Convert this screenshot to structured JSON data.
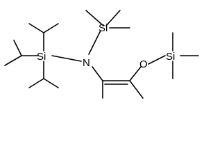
{
  "figure": {
    "kind": "skeletal-structure",
    "line_color": "#000000",
    "background_color": "#ffffff"
  },
  "atoms": {
    "si_top": "Si",
    "si_left": "Si",
    "nitrogen": "N",
    "oxygen": "O",
    "si_right": "Si"
  }
}
